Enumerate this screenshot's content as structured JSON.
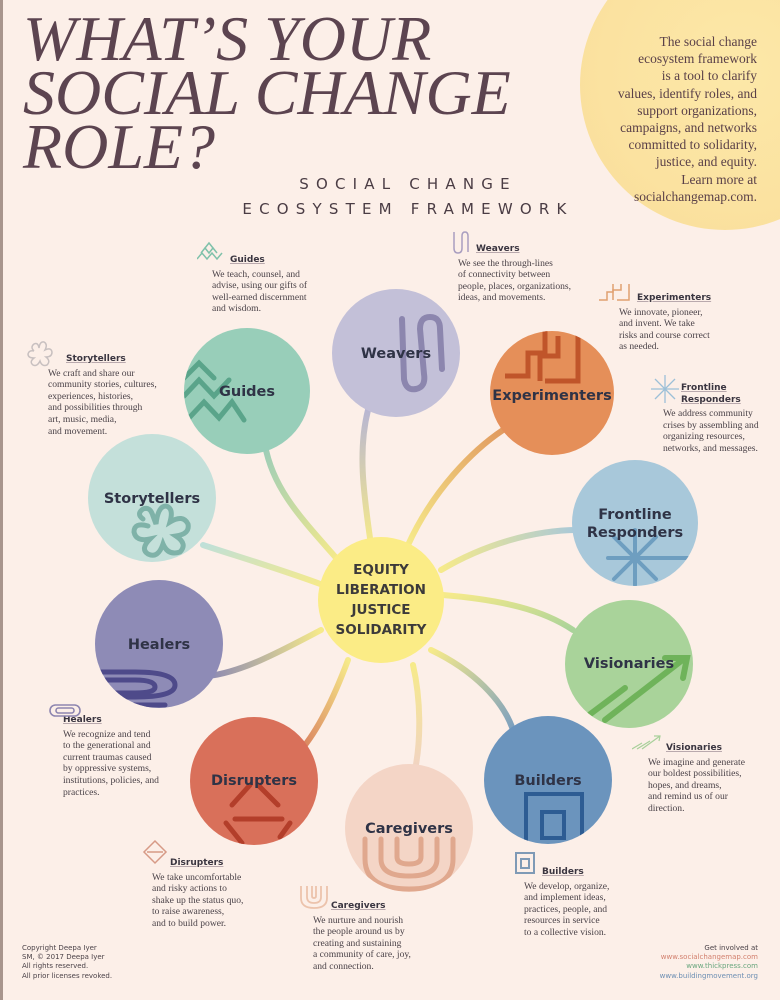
{
  "header": {
    "title_lines": [
      "WHAT’S YOUR",
      "SOCIAL CHANGE",
      "ROLE?"
    ],
    "subtitle_lines": [
      "SOCIAL CHANGE",
      "ECOSYSTEM FRAMEWORK"
    ]
  },
  "intro": {
    "text_lines": [
      "The social change",
      "ecosystem framework",
      "is a tool to clarify",
      "values, identify roles, and",
      "support organizations,",
      "campaigns, and networks",
      "committed to solidarity,",
      "justice, and equity.",
      "Learn more at",
      "socialchangemap.com."
    ]
  },
  "center": {
    "values": [
      "EQUITY",
      "LIBERATION",
      "JUSTICE",
      "SOLIDARITY"
    ],
    "color": "#fbec86"
  },
  "roles": [
    {
      "name": "Weavers",
      "color": "#c3c0d8",
      "icon": "wave-loop-icon",
      "description_lines": [
        "We see the through-lines",
        "of connectivity between",
        "people, places, organizations,",
        "ideas, and movements."
      ]
    },
    {
      "name": "Guides",
      "color": "#98ceb9",
      "icon": "zigzag-icon",
      "description_lines": [
        "We teach, counsel, and",
        "advise, using our gifts of",
        "well-earned discernment",
        "and wisdom."
      ]
    },
    {
      "name": "Experimenters",
      "color": "#e58f59",
      "icon": "steps-icon",
      "description_lines": [
        "We innovate, pioneer,",
        "and invent. We take",
        "risks and course correct",
        "as needed."
      ]
    },
    {
      "name": "Storytellers",
      "color": "#c4e0da",
      "icon": "splash-icon",
      "description_lines": [
        "We craft and share our",
        "community stories, cultures,",
        "experiences, histories,",
        "and possibilities through",
        "art, music, media,",
        "and movement."
      ]
    },
    {
      "name": "Frontline Responders",
      "name_lines": [
        "Frontline",
        "Responders"
      ],
      "color": "#a8c8da",
      "icon": "asterisk-icon",
      "description_lines": [
        "We address community",
        "crises by assembling and",
        "organizing resources,",
        "networks, and messages."
      ]
    },
    {
      "name": "Healers",
      "color": "#8e8bb6",
      "icon": "loop-lines-icon",
      "description_lines": [
        "We recognize and tend",
        "to the generational and",
        "current traumas caused",
        "by oppressive systems,",
        "institutions, policies, and",
        "practices."
      ]
    },
    {
      "name": "Visionaries",
      "color": "#a9d39a",
      "icon": "arrow-up-right-icon",
      "description_lines": [
        "We imagine and generate",
        "our boldest possibilities,",
        "hopes, and dreams,",
        "and remind us of our",
        "direction."
      ]
    },
    {
      "name": "Disrupters",
      "color": "#d9705a",
      "icon": "broken-diamond-icon",
      "description_lines": [
        "We take uncomfortable",
        "and risky actions to",
        "shake up the status quo,",
        "to raise awareness,",
        "and to build power."
      ]
    },
    {
      "name": "Caregivers",
      "color": "#f4d5c6",
      "icon": "nested-arch-icon",
      "description_lines": [
        "We nurture and nourish",
        "the people around us by",
        "creating and sustaining",
        "a community of care, joy,",
        "and connection."
      ]
    },
    {
      "name": "Builders",
      "color": "#6b94bd",
      "icon": "nested-square-icon",
      "description_lines": [
        "We develop, organize,",
        "and implement ideas,",
        "practices, people, and",
        "resources in service",
        "to a collective vision."
      ]
    }
  ],
  "footer": {
    "copyright_lines": [
      "Copyright Deepa Iyer",
      "SM, © 2017 Deepa Iyer",
      "All rights reserved.",
      "All prior licenses revoked."
    ],
    "involved_label": "Get involved at",
    "links": [
      {
        "text": "www.socialchangemap.com",
        "color": "#d2806e"
      },
      {
        "text": "www.thickpress.com",
        "color": "#6aa77f"
      },
      {
        "text": "www.buildingmovement.org",
        "color": "#6d8fb3"
      }
    ]
  }
}
